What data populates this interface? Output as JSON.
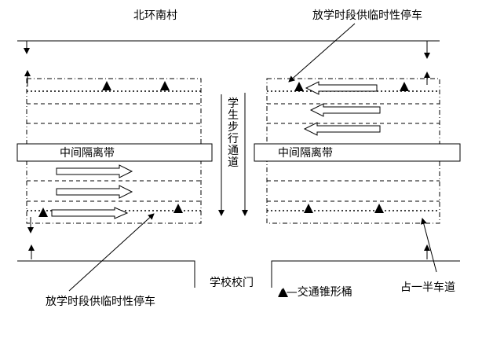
{
  "labels": {
    "north_village": "北环南村",
    "temp_parking_top": "放学时段供临时性停车",
    "median_left": "中间隔离带",
    "median_right": "中间隔离带",
    "student_walkway": "学生步行通道",
    "school_gate": "学校校门",
    "cone_legend": "▲—交通锥形桶",
    "half_lane": "占一半车道",
    "temp_parking_bottom": "放学时段供临时性停车"
  },
  "colors": {
    "ink": "#000000",
    "background": "#ffffff"
  },
  "icons": {
    "cone": "black-triangle",
    "lane_arrow": "hollow-arrow"
  }
}
